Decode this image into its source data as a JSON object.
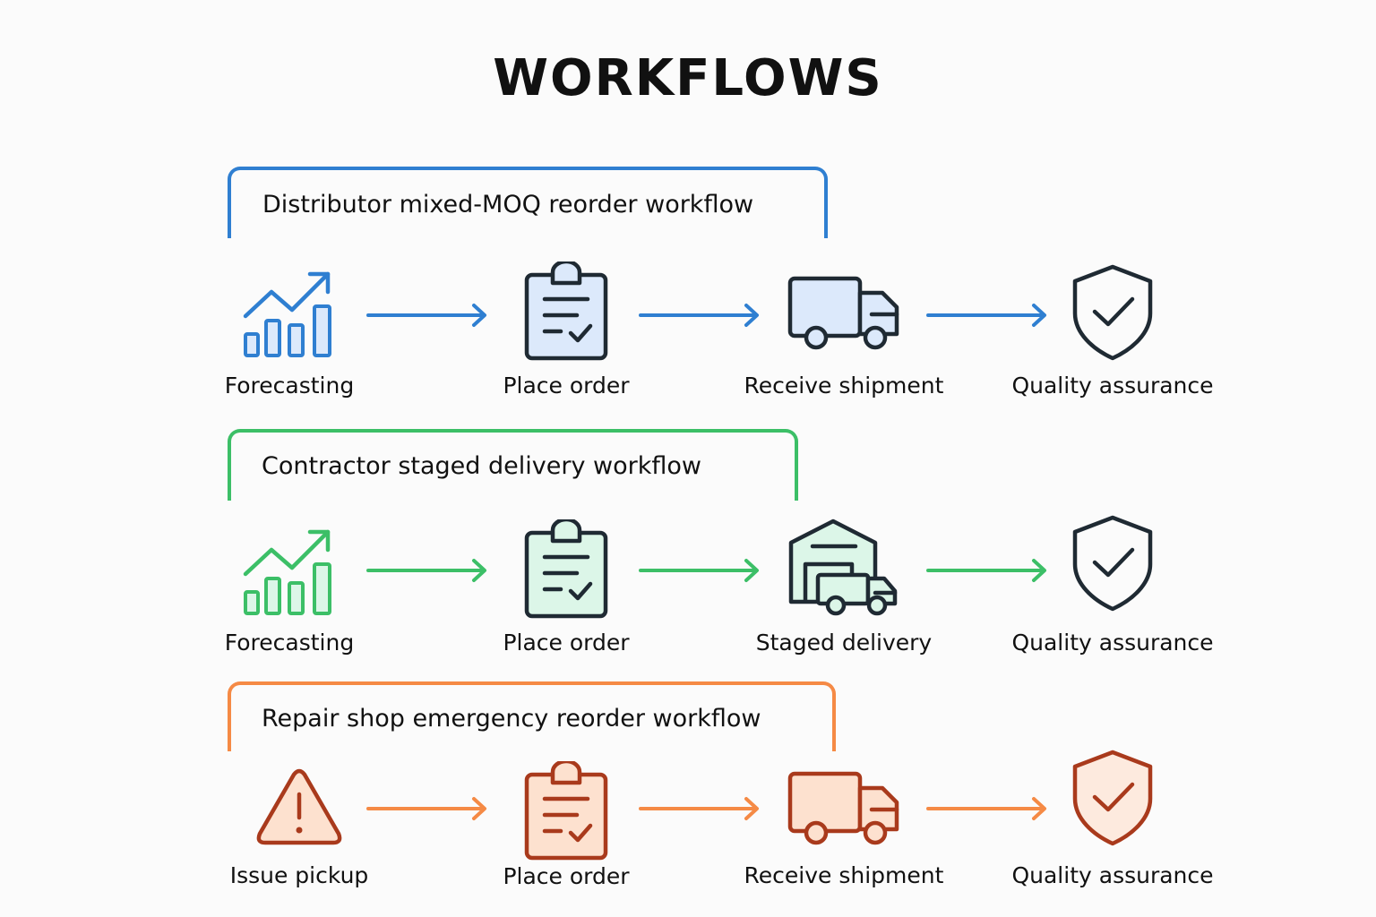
{
  "title": "WORKFLOWS",
  "workflows": [
    {
      "name": "Distributor mixed-MOQ reorder workflow",
      "accent": "#2f7fd1",
      "stroke": "#1f2a33",
      "fill": "#dce9fb",
      "steps": [
        {
          "label": "Forecasting",
          "icon": "chart-trend-icon"
        },
        {
          "label": "Place order",
          "icon": "clipboard-check-icon"
        },
        {
          "label": "Receive shipment",
          "icon": "truck-icon"
        },
        {
          "label": "Quality assurance",
          "icon": "shield-check-icon"
        }
      ]
    },
    {
      "name": "Contractor staged delivery workflow",
      "accent": "#3cbf67",
      "stroke": "#1f2a33",
      "fill": "#dcf6e8",
      "steps": [
        {
          "label": "Forecasting",
          "icon": "chart-trend-icon"
        },
        {
          "label": "Place order",
          "icon": "clipboard-check-icon"
        },
        {
          "label": "Staged delivery",
          "icon": "warehouse-truck-icon"
        },
        {
          "label": "Quality assurance",
          "icon": "shield-check-icon"
        }
      ]
    },
    {
      "name": "Repair shop emergency reorder workflow",
      "accent": "#f58a45",
      "stroke": "#a93a1c",
      "fill": "#fde1cf",
      "steps": [
        {
          "label": "Issue pickup",
          "icon": "warning-triangle-icon"
        },
        {
          "label": "Place order",
          "icon": "clipboard-check-icon"
        },
        {
          "label": "Receive shipment",
          "icon": "truck-icon"
        },
        {
          "label": "Quality assurance",
          "icon": "shield-check-icon"
        }
      ]
    }
  ]
}
